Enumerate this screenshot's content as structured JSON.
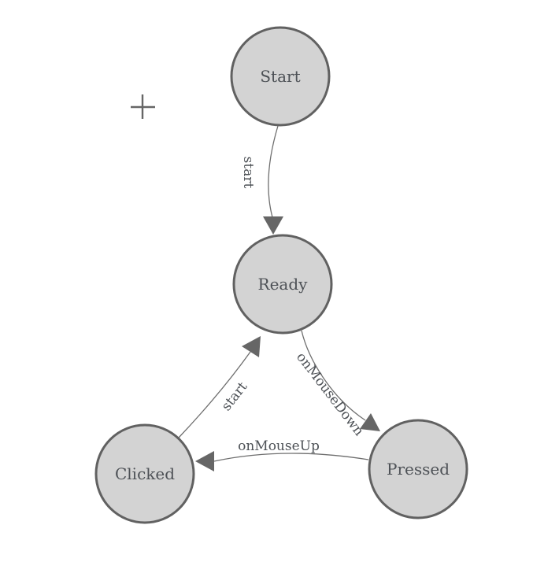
{
  "colors": {
    "canvas_bg": "#ffffff",
    "node_fill": "#d3d3d3",
    "node_stroke": "#616161",
    "edge_color": "#6e6e6e",
    "arrow_color": "#666666",
    "label_color": "#4d5156",
    "cursor_color": "#666666"
  },
  "diagram": {
    "type": "state-machine",
    "nodes": [
      {
        "id": "start",
        "label": "Start"
      },
      {
        "id": "ready",
        "label": "Ready"
      },
      {
        "id": "clicked",
        "label": "Clicked"
      },
      {
        "id": "pressed",
        "label": "Pressed"
      }
    ],
    "edges": [
      {
        "from": "Start",
        "to": "Ready",
        "label": "start"
      },
      {
        "from": "Ready",
        "to": "Pressed",
        "label": "onMouseDown"
      },
      {
        "from": "Pressed",
        "to": "Clicked",
        "label": "onMouseUp"
      },
      {
        "from": "Clicked",
        "to": "Ready",
        "label": "start"
      }
    ],
    "cursor_icon": "crosshair-plus"
  }
}
